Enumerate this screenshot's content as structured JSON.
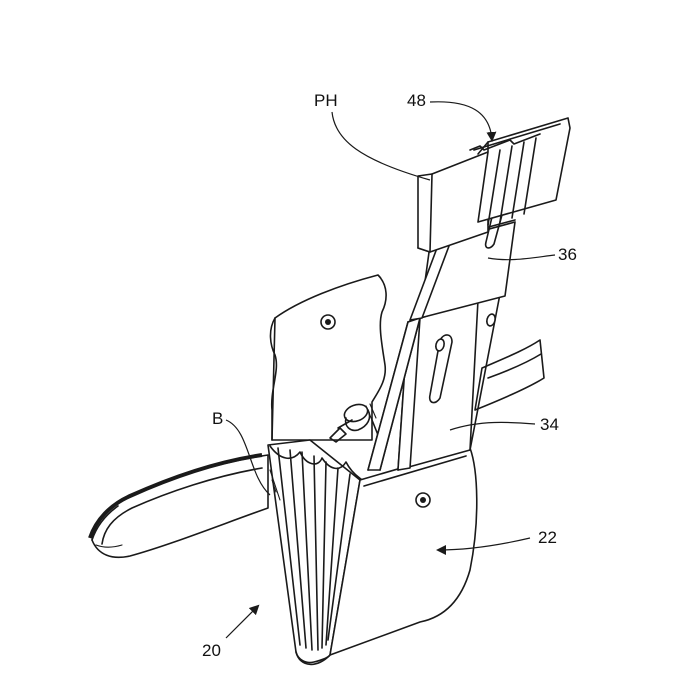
{
  "figure": {
    "labels": {
      "ph": "PH",
      "n48": "48",
      "n36": "36",
      "n34": "34",
      "b": "B",
      "n22": "22",
      "n20": "20"
    }
  }
}
